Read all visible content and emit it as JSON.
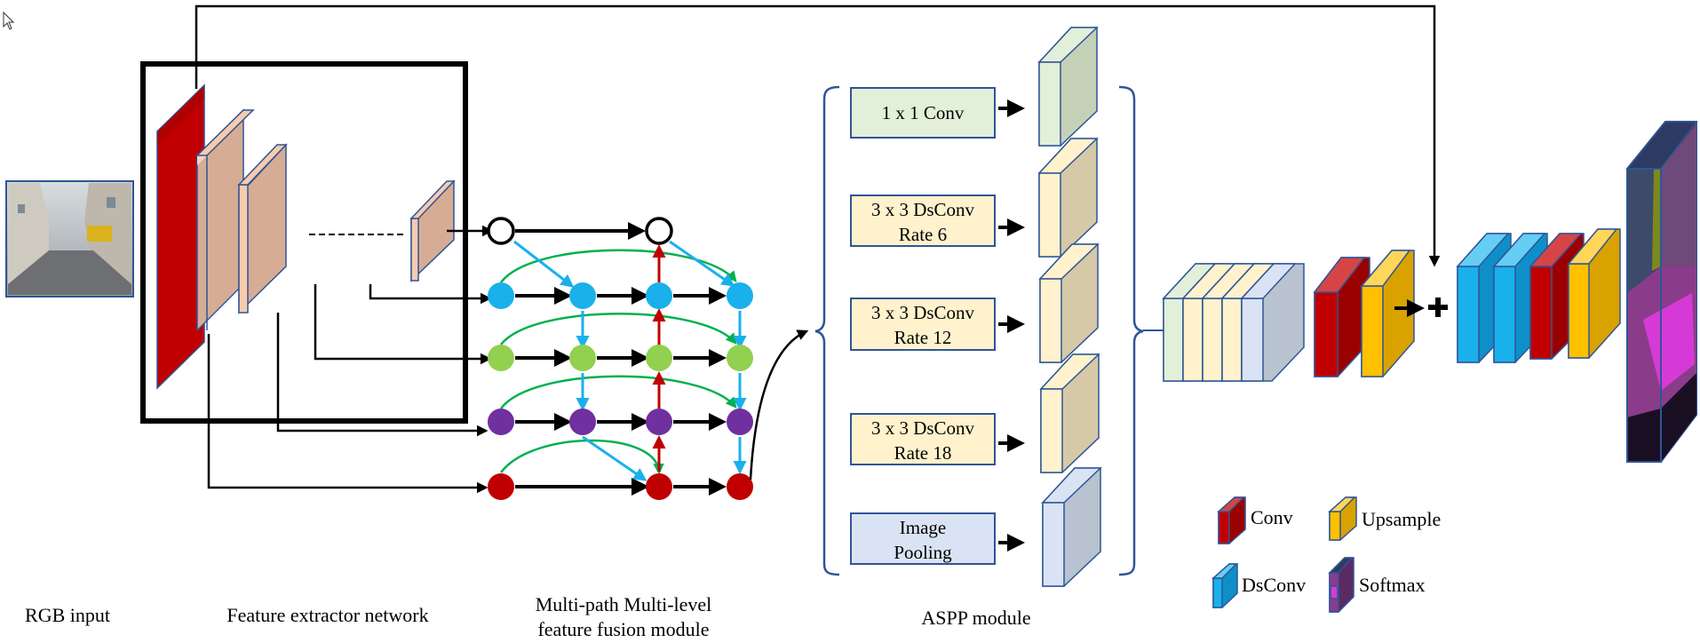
{
  "labels": {
    "rgb_input": "RGB input",
    "feature_extractor": "Feature extractor network",
    "fusion_line1": "Multi-path Multi-level",
    "fusion_line2": "feature fusion module",
    "aspp": "ASPP module"
  },
  "aspp_branches": {
    "conv1x1": "1 x 1 Conv",
    "ds6_line1": "3 x 3 DsConv",
    "ds6_line2": "Rate 6",
    "ds12_line1": "3 x 3 DsConv",
    "ds12_line2": "Rate 12",
    "ds18_line1": "3 x 3 DsConv",
    "ds18_line2": "Rate 18",
    "pool_line1": "Image",
    "pool_line2": "Pooling"
  },
  "legend": {
    "conv": "Conv",
    "upsample": "Upsample",
    "dsconv": "DsConv",
    "softmax": "Softmax"
  },
  "colors": {
    "conv_red": "#c00000",
    "upsample_yellow": "#ffc000",
    "dsconv_blue": "#1ab0ec",
    "feature_tan": "#d6ad94",
    "node_blue": "#1ab0ec",
    "node_green": "#92d050",
    "node_purple": "#7030a0",
    "node_red": "#c00000",
    "arrow_green": "#00b050",
    "arrow_blue": "#1ab0ec",
    "arrow_red": "#c00000",
    "box_green": "#e2efd9",
    "box_yellow": "#fff2cc",
    "box_blue": "#dae3f3",
    "outline_blue": "#2f5597"
  }
}
